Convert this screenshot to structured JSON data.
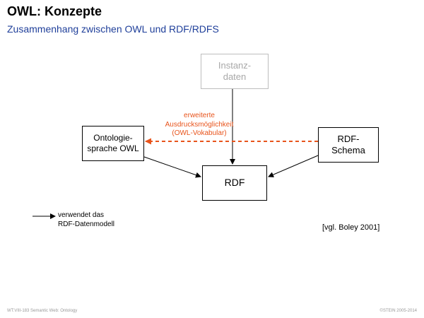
{
  "header": {
    "title": "OWL: Konzepte",
    "subtitle": "Zusammenhang zwischen OWL und RDF/RDFS"
  },
  "diagram": {
    "nodes": {
      "instanz": "Instanz-\ndaten",
      "ontologie": "Ontologie-\nsprache OWL",
      "rdfschema": "RDF-\nSchema",
      "rdf": "RDF"
    },
    "annotation": "erweiterte\nAusdrucksmöglichkeit\n(OWL-Vokabular)",
    "colors": {
      "annotation": "#e8541c",
      "dashed_arrow": "#e8541c",
      "instanz_muted": "#a8a8a8",
      "subtitle": "#1f3f9a"
    }
  },
  "legend": {
    "text": "verwendet das\nRDF-Datenmodell"
  },
  "citation": "[vgl. Boley 2001]",
  "footer": {
    "left": "WT:VIII-183   Semantic Web: Ontology",
    "right": "©STEIN 2005-2014"
  }
}
